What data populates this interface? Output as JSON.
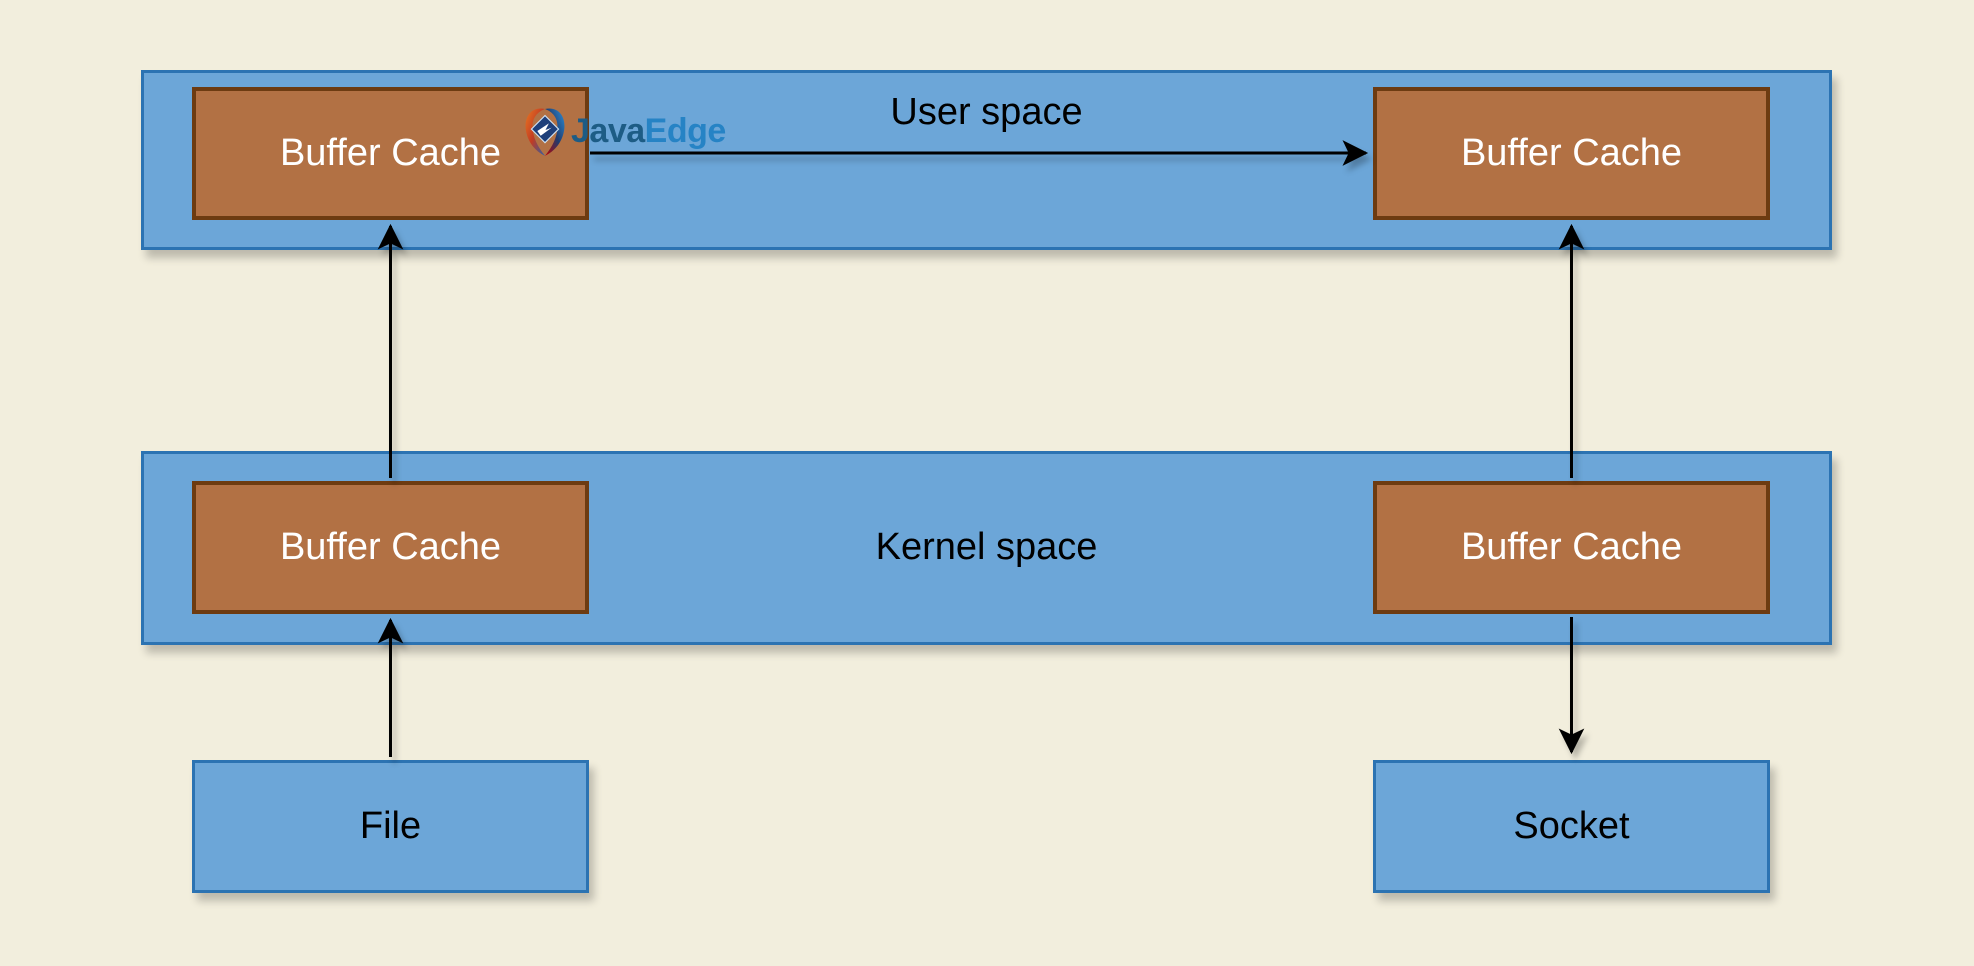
{
  "diagram": {
    "title_context": "Buffer cache data copy diagram",
    "colors": {
      "page_bg": "#F2EEDD",
      "band_fill": "#6CA6D8",
      "band_border": "#2C73B2",
      "cache_fill": "#B27144",
      "cache_border": "#6D3B11",
      "cache_text": "#FFFFFF",
      "label_text": "#000000",
      "arrow": "#000000",
      "logo_java": "#1D5C85",
      "logo_edge": "#2683C5"
    },
    "bands": {
      "user": {
        "label": "User space"
      },
      "kernel": {
        "label": "Kernel space"
      }
    },
    "nodes": {
      "cache_user_left": "Buffer Cache",
      "cache_user_right": "Buffer Cache",
      "cache_kernel_left": "Buffer Cache",
      "cache_kernel_right": "Buffer Cache",
      "file": "File",
      "socket": "Socket"
    },
    "edges": [
      {
        "from": "File",
        "to": "Buffer Cache (kernel space, left)",
        "style": "arrow-up"
      },
      {
        "from": "Buffer Cache (kernel space, left)",
        "to": "Buffer Cache (user space, left)",
        "style": "arrow-up"
      },
      {
        "from": "Buffer Cache (user space, left)",
        "to": "Buffer Cache (user space, right)",
        "style": "arrow-right"
      },
      {
        "from": "Buffer Cache (kernel space, right)",
        "to": "Buffer Cache (user space, right)",
        "style": "arrow-up"
      },
      {
        "from": "Buffer Cache (kernel space, right)",
        "to": "Socket",
        "style": "arrow-down"
      }
    ],
    "logo": {
      "prefix": "Java",
      "suffix": "Edge"
    }
  }
}
